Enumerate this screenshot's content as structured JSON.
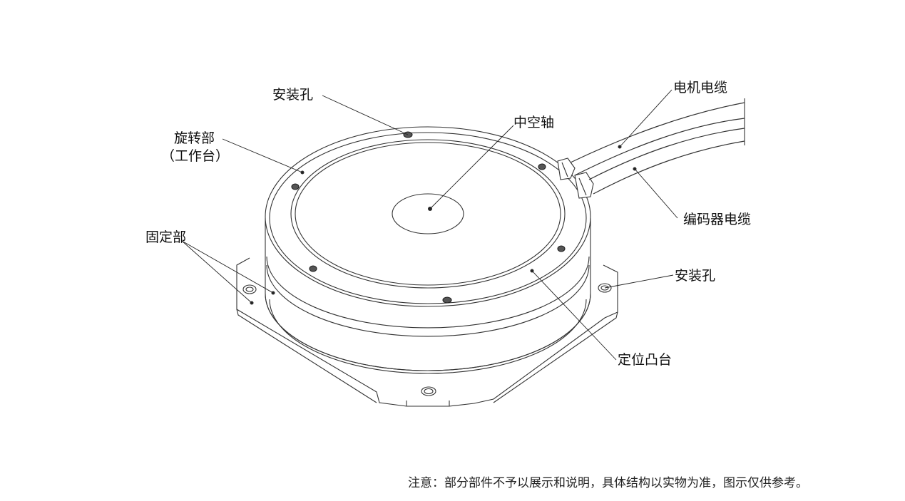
{
  "labels": {
    "mount_hole_top": "安装孔",
    "hollow_shaft": "中空轴",
    "motor_cable": "电机电缆",
    "rotor_line1": "旋转部",
    "rotor_line2": "（工作台）",
    "encoder_cable": "编码器电缆",
    "base": "固定部",
    "mount_hole_right": "安装孔",
    "locating_boss": "定位凸台"
  },
  "note": "注意：部分部件不予以展示和说明，具体结构以实物为准，图示仅供参考。",
  "colors": {
    "stroke": "#333333",
    "fill": "#ffffff",
    "text": "#111111"
  }
}
